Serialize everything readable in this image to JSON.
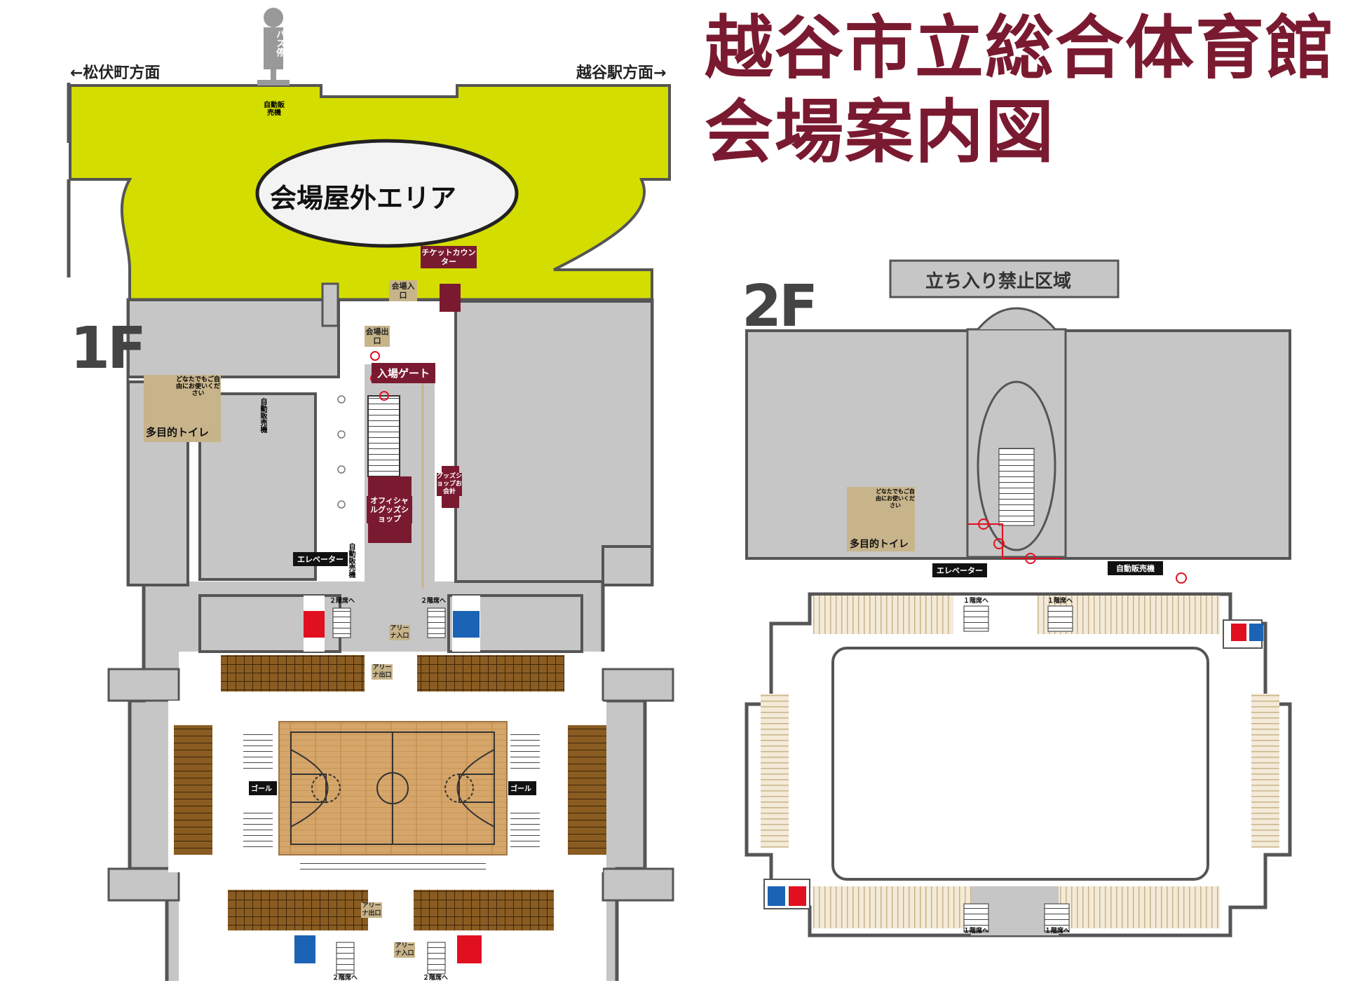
{
  "title": {
    "line1": "越谷市立総合体育館",
    "line2": "会場案内図"
  },
  "directions": {
    "left": "←松伏町方面",
    "right": "越谷駅方面→"
  },
  "bus_stop": "バス停",
  "outdoor_area": "会場屋外エリア",
  "vending_machine": "自動販売機",
  "vending_machine_short": "自動販売機",
  "ticket_counter": "チケットカウンター",
  "venue_entrance": "会場入口",
  "venue_exit": "会場出口",
  "entry_gate": "入場ゲート",
  "goods_shop_register": "グッズショップお会計",
  "official_goods_shop": "オフィシャルグッズショップ",
  "elevator": "エレベーター",
  "multipurpose_toilet": {
    "note": "どなたでもご自由にお使いください",
    "label": "多目的トイレ"
  },
  "to_2f": "２階席へ",
  "to_1f": "１階席へ",
  "arena_entrance": "アリーナ入口",
  "arena_exit": "アリーナ出口",
  "goal": "ゴール",
  "floors": {
    "f1": "1F",
    "f2": "2F"
  },
  "restricted_area": "立ち入り禁止区域",
  "colors": {
    "brand": "#7a1a30",
    "outdoor": "#d4dd00",
    "building": "#c6c6c6",
    "wall": "#555555",
    "tan": "#c8b48a",
    "court": "#d7a86d",
    "route": "#e01020"
  },
  "icons": [
    "bus-stop-icon",
    "wheelchair-icon",
    "restroom-male-icon",
    "restroom-female-icon",
    "stairs-icon",
    "arrow-icon",
    "route-marker-icon"
  ]
}
